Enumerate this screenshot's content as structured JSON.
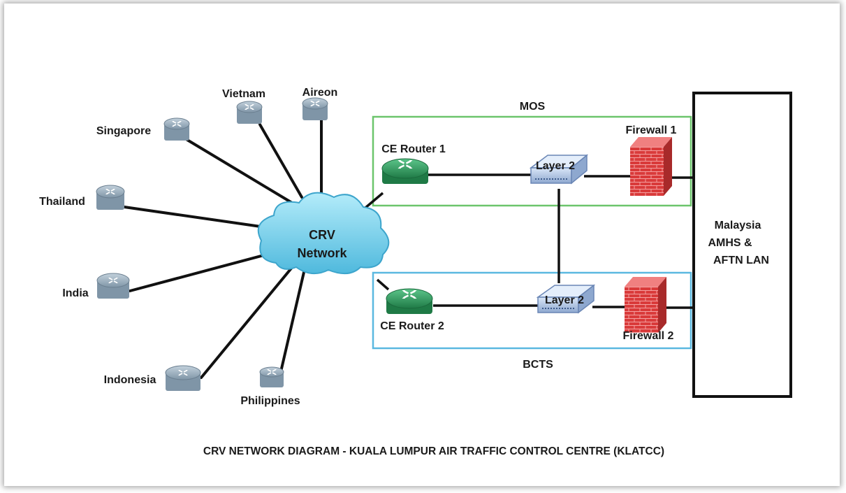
{
  "caption": "CRV NETWORK DIAGRAM - KUALA LUMPUR AIR TRAFFIC CONTROL CENTRE (KLATCC)",
  "cloud": {
    "line1": "CRV",
    "line2": "Network"
  },
  "remote_sites": [
    "Vietnam",
    "Aireon",
    "Singapore",
    "Thailand",
    "India",
    "Indonesia",
    "Philippines"
  ],
  "zones": {
    "top": "MOS",
    "bottom": "BCTS"
  },
  "routers": {
    "r1": "CE Router 1",
    "r2": "CE Router 2"
  },
  "switches": {
    "s1": "Layer 2",
    "s2": "Layer 2"
  },
  "firewalls": {
    "f1": "Firewall 1",
    "f2": "Firewall 2"
  },
  "lan": {
    "line1": "Malaysia",
    "line2": "AMHS &",
    "line3": "AFTN LAN"
  },
  "colors": {
    "mos_border": "#6cc56c",
    "bcts_border": "#5ab8e0",
    "router_green": "#2f9a5e",
    "cloud": "#7fd3ea",
    "firewall": "#d83a3a"
  }
}
